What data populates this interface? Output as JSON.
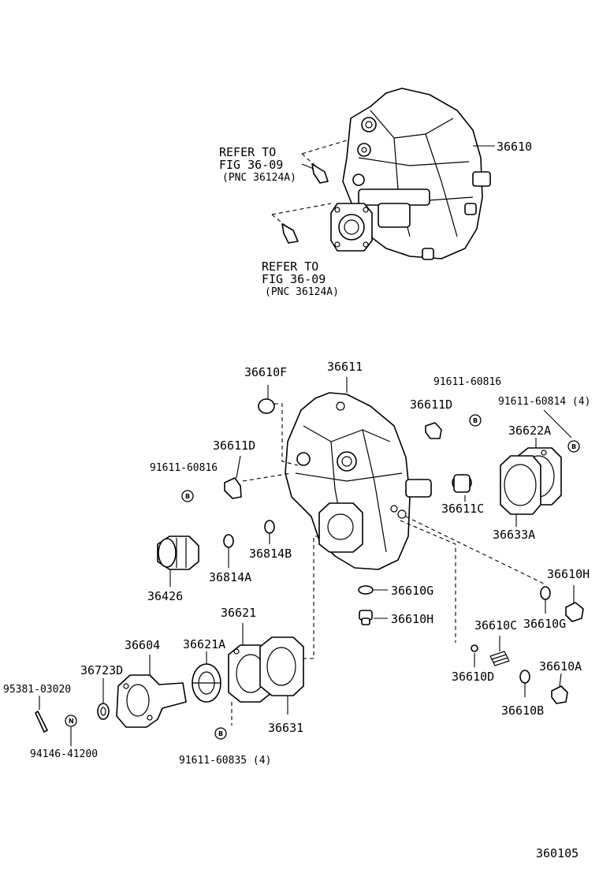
{
  "refs": {
    "top": [
      "REFER TO",
      "FIG 36-09",
      "(PNC 36124A)"
    ],
    "bottom": [
      "REFER TO",
      "FIG 36-09",
      "(PNC 36124A)"
    ]
  },
  "labels": {
    "p36610": "36610",
    "p36610F": "36610F",
    "p36611": "36611",
    "p91611_60816_top": "91611-60816",
    "p36611D_right": "36611D",
    "p91611_60814": "91611-60814 (4)",
    "p36622A": "36622A",
    "p36611D_left": "36611D",
    "p91611_60816_left": "91611-60816",
    "p36611C": "36611C",
    "p36633A": "36633A",
    "p36814B": "36814B",
    "p36814A": "36814A",
    "p36426": "36426",
    "p36610G_mid": "36610G",
    "p36610H_right": "36610H",
    "p36610H_mid": "36610H",
    "p36610G_right": "36610G",
    "p36621": "36621",
    "p36604": "36604",
    "p36621A": "36621A",
    "p36723D": "36723D",
    "p36610C": "36610C",
    "p36610A": "36610A",
    "p36610D": "36610D",
    "p36610B": "36610B",
    "p95381": "95381-03020",
    "p36631": "36631",
    "p94146": "94146-41200",
    "p91611_60835": "91611-60835 (4)",
    "figure_no": "360105"
  },
  "badges": {
    "bolt": "B",
    "nut": "N"
  }
}
